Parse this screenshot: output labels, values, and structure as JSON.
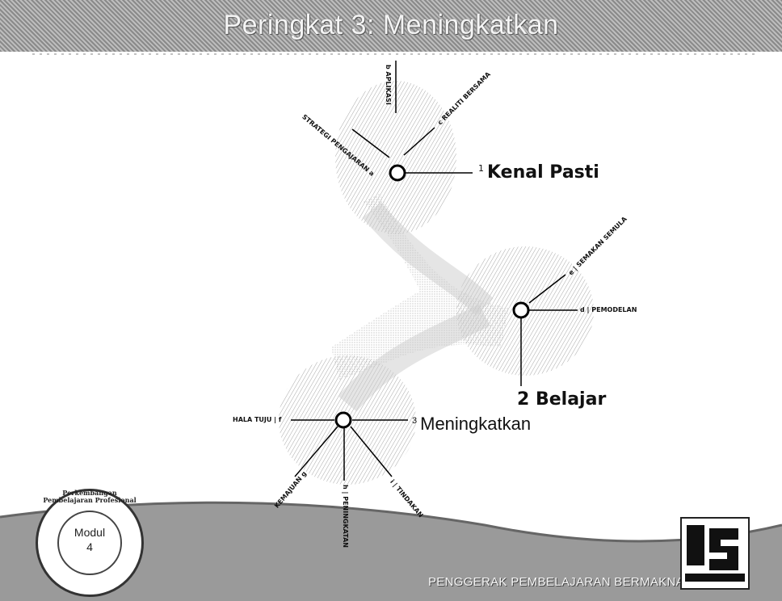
{
  "header": {
    "title": "Peringkat 3: Meningkatkan"
  },
  "diagram": {
    "node1": {
      "number": "1",
      "label": "Kenal Pasti"
    },
    "node2": {
      "number": "2",
      "label": "Belajar"
    },
    "node3": {
      "number": "3",
      "label": "Meningkatkan"
    },
    "spokes1": [
      {
        "letter": "a",
        "text": "STRATEGI PENGAJARAN"
      },
      {
        "letter": "b",
        "text": "APLIKASI"
      },
      {
        "letter": "c",
        "text": "REALITI BERSAMA"
      }
    ],
    "spokes2": [
      {
        "letter": "d",
        "text": "PEMODELAN"
      },
      {
        "letter": "e",
        "text": "SEMAKAN SEMULA"
      }
    ],
    "spokes3": [
      {
        "letter": "f",
        "text": "HALA TUJU"
      },
      {
        "letter": "g",
        "text": "KEMAJUAN"
      },
      {
        "letter": "h",
        "text": "PENINGKATAN"
      },
      {
        "letter": "i",
        "text": "TINDAKAN"
      }
    ]
  },
  "badge": {
    "line1": "Modul",
    "line2": "4",
    "ring_text": "Perkembangan Pembelajaran Profesional"
  },
  "footer": {
    "text": "PENGGERAK PEMBELAJARAN BERMAKNA"
  }
}
